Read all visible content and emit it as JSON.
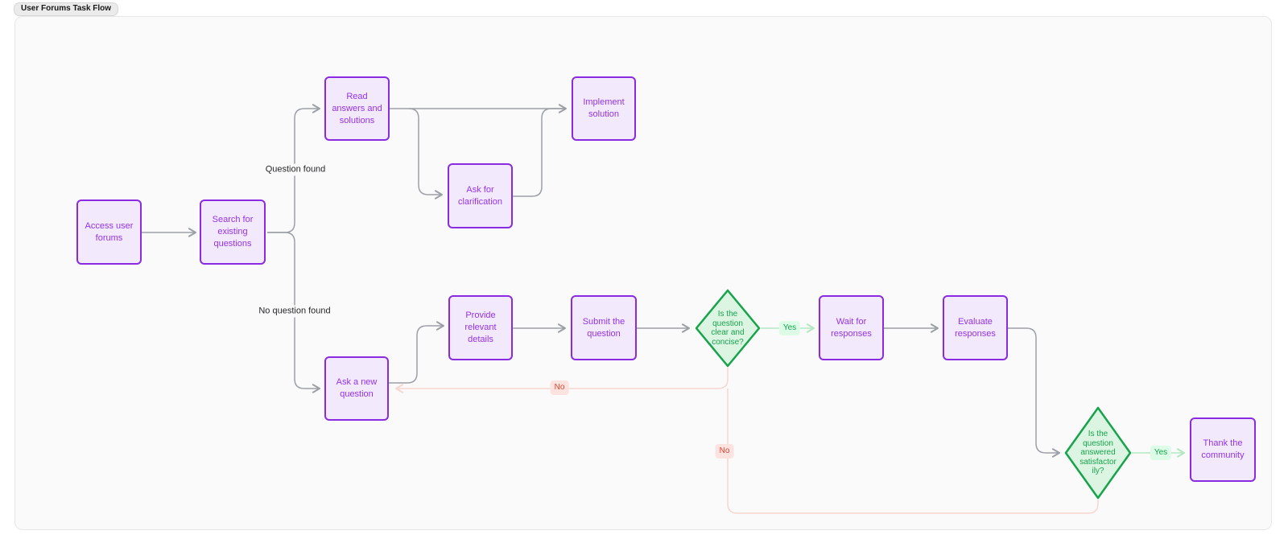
{
  "page": {
    "badge": "User Forums Task Flow"
  },
  "colors": {
    "canvas-bg": "#fafafa",
    "canvas-border": "#e7e7e7",
    "page-bg": "#ffffff",
    "node-border": "#8a2be2",
    "node-fill": "#f3e9fc",
    "node-text": "#9333ea",
    "decision-border": "#16a34a",
    "decision-fill": "#dcf5e3",
    "decision-text": "#16a34a",
    "edge-gray": "#9ca0a6",
    "edge-green": "#b3e6c2",
    "edge-pink": "#f8d6d0",
    "yes-bg": "#dcfce7",
    "yes-text": "#16a34a",
    "no-bg": "#fde3df",
    "no-text": "#e0442f",
    "label-text": "#27272a",
    "badge-bg": "#ebebeb",
    "badge-border": "#d6d6d6",
    "badge-text": "#171717"
  },
  "nodes": {
    "access": {
      "label": "Access user\nforums"
    },
    "search": {
      "label": "Search for existing\nquestions"
    },
    "read": {
      "label": "Read answers and\nsolutions"
    },
    "clarify": {
      "label": "Ask for\nclarification"
    },
    "implement": {
      "label": "Implement solution"
    },
    "ask_new": {
      "label": "Ask a new\nquestion"
    },
    "provide": {
      "label": "Provide relevant\ndetails"
    },
    "submit": {
      "label": "Submit the\nquestion"
    },
    "decision_clear": {
      "label": "Is the\nquestion\nclear and\nconcise?"
    },
    "wait": {
      "label": "Wait for responses"
    },
    "evaluate": {
      "label": "Evaluate\nresponses"
    },
    "decision_answered": {
      "label": "Is the\nquestion\nanswered\nsatisfactor\nily?"
    },
    "thank": {
      "label": "Thank the\ncommunity"
    }
  },
  "edge_labels": {
    "question_found": "Question found",
    "no_question_found": "No question found",
    "yes_clear": "Yes",
    "no_clear": "No",
    "yes_answered": "Yes",
    "no_answered": "No"
  }
}
